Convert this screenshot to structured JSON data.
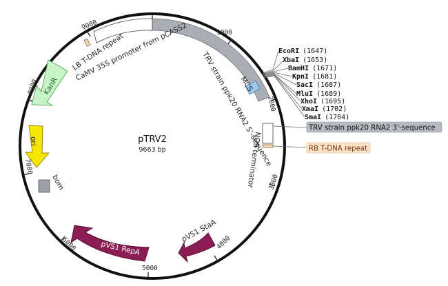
{
  "plasmid": {
    "name": "pTRV2",
    "size_text": "9663 bp"
  },
  "ticks": {
    "t1000": "1000",
    "t2000": "2000",
    "t3000": "3000",
    "t4000": "4000",
    "t5000": "5000",
    "t6000": "6000",
    "t7000": "7000",
    "t8000": "8000",
    "t9000": "9000"
  },
  "features": {
    "lb": "LB T-DNA repeat",
    "camv": "CaMV 35S promoter from pCASS2",
    "trv_ppk20": "TRV strain ppk20 RNA2 5'-sequence",
    "mcs": "MCS",
    "nos": "NOS terminator",
    "kanr": "KanR",
    "ori": "ori",
    "bom": "bom",
    "repa": "pVS1 RepA",
    "staa": "pVS1 StaA",
    "trv3": "TRV strain ppk20 RNA2 3'-sequence",
    "rb": "RB T-DNA repeat"
  },
  "sites": [
    {
      "name": "EcoRI",
      "pos": "(1647)"
    },
    {
      "name": "XbaI",
      "pos": "(1653)"
    },
    {
      "name": "BamHI",
      "pos": "(1671)"
    },
    {
      "name": "KpnI",
      "pos": "(1681)"
    },
    {
      "name": "SacI",
      "pos": "(1687)"
    },
    {
      "name": "MluI",
      "pos": "(1689)"
    },
    {
      "name": "XhoI",
      "pos": "(1695)"
    },
    {
      "name": "XmaI",
      "pos": "(1702)"
    },
    {
      "name": "SmaI",
      "pos": "(1704)"
    }
  ],
  "colors": {
    "trv": "#a8aeb4",
    "kanr": "#c8f5c8",
    "ori": "#f6e600",
    "bom": "#9aa0a6",
    "repa": "#8b1c54",
    "mcs": "#9cc8ee",
    "rb_bg": "#fbe2c6",
    "trv3_bg": "#b6bcc2"
  }
}
